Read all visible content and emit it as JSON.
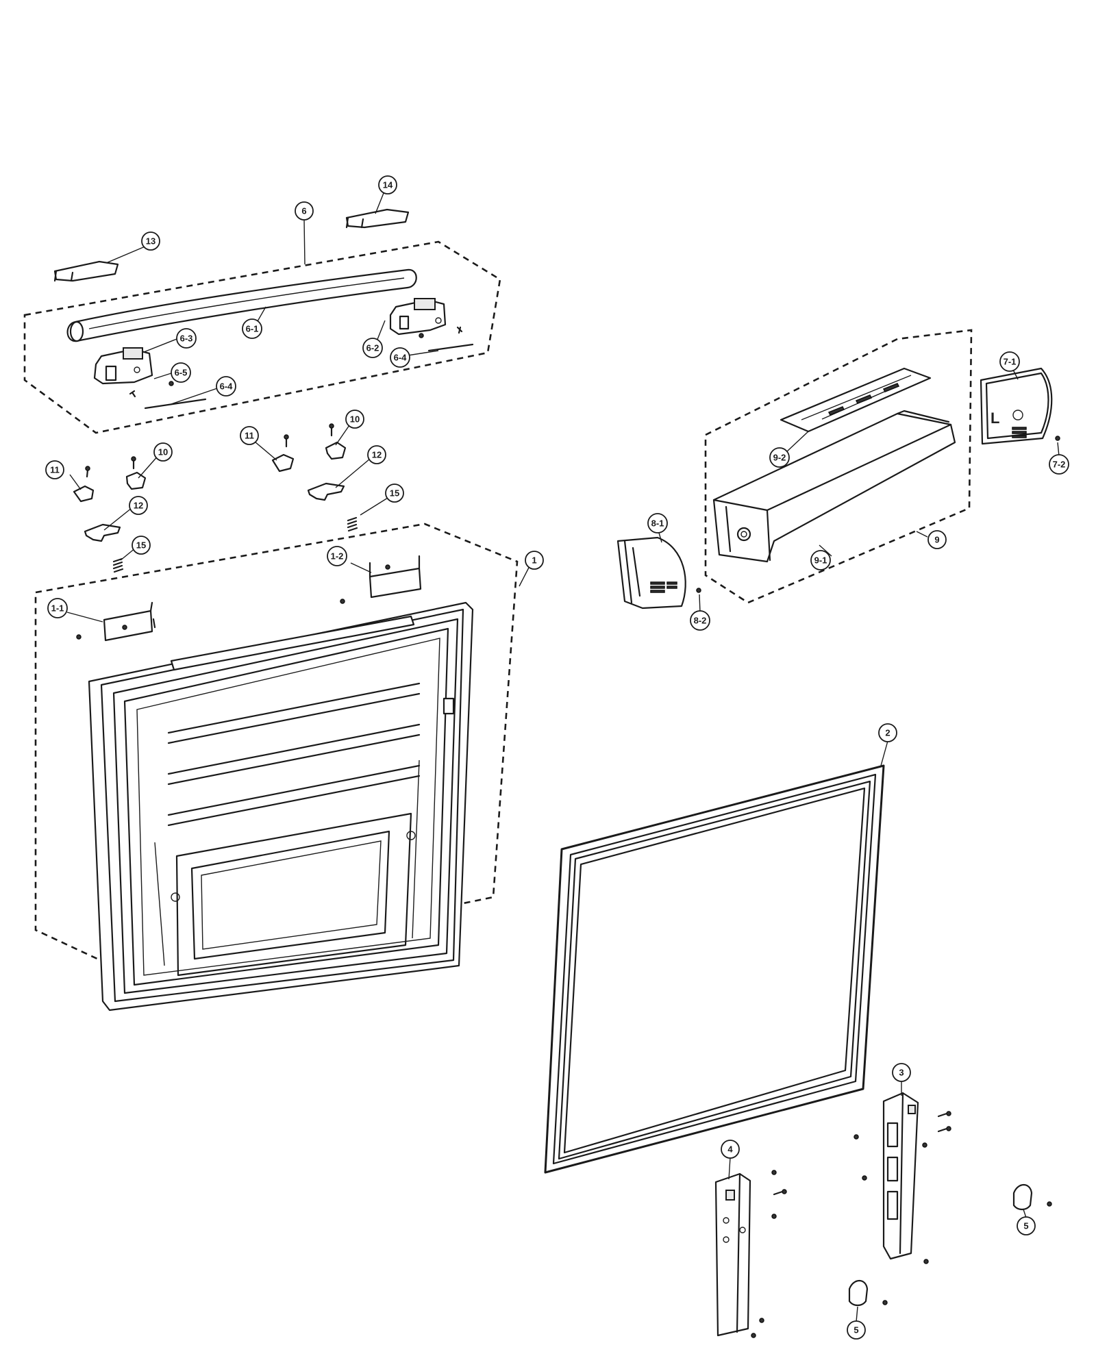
{
  "diagram": {
    "callouts": {
      "c1": "1",
      "c1_1": "1-1",
      "c1_2": "1-2",
      "c2": "2",
      "c3": "3",
      "c4": "4",
      "c5a": "5",
      "c5b": "5",
      "c6": "6",
      "c6_1": "6-1",
      "c6_2": "6-2",
      "c6_3": "6-3",
      "c6_4a": "6-4",
      "c6_4b": "6-4",
      "c6_5": "6-5",
      "c7_1": "7-1",
      "c7_2": "7-2",
      "c8_1": "8-1",
      "c8_2": "8-2",
      "c9": "9",
      "c9_1": "9-1",
      "c9_2": "9-2",
      "c10a": "10",
      "c10b": "10",
      "c11a": "11",
      "c11b": "11",
      "c12a": "12",
      "c12b": "12",
      "c13": "13",
      "c14": "14",
      "c15a": "15",
      "c15b": "15"
    },
    "cap_letters": {
      "l": "L",
      "o": "O"
    }
  }
}
